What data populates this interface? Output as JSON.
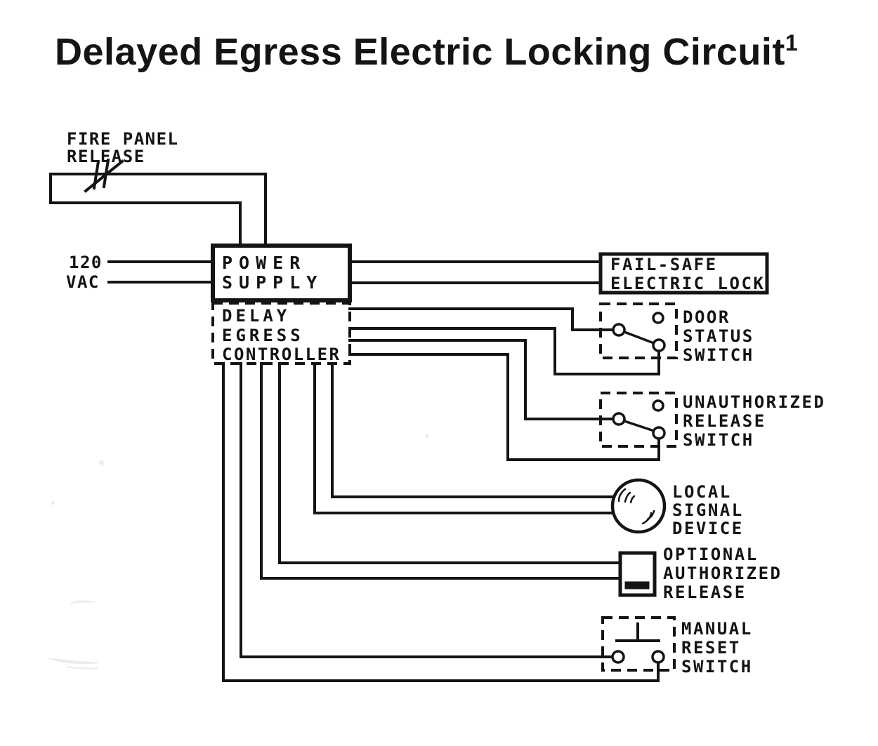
{
  "title": {
    "text": "Delayed Egress Electric Locking Circuit",
    "footnote_marker": "1"
  },
  "colors": {
    "ink": "#141414",
    "paper": "#ffffff"
  },
  "labels": {
    "fire_panel_release": [
      "FIRE PANEL",
      "RELEASE"
    ],
    "supply_voltage": [
      "120",
      "VAC"
    ],
    "power_supply": [
      "POWER",
      "SUPPLY"
    ],
    "delay_egress_controller": [
      "DELAY",
      "EGRESS",
      "CONTROLLER"
    ],
    "fail_safe_electric_lock": [
      "FAIL-SAFE",
      "ELECTRIC LOCK"
    ],
    "door_status_switch": [
      "DOOR",
      "STATUS",
      "SWITCH"
    ],
    "unauthorized_release_switch": [
      "UNAUTHORIZED",
      "RELEASE",
      "SWITCH"
    ],
    "local_signal_device": [
      "LOCAL",
      "SIGNAL",
      "DEVICE"
    ],
    "optional_authorized_release": [
      "OPTIONAL",
      "AUTHORIZED",
      "RELEASE"
    ],
    "manual_reset_switch": [
      "MANUAL",
      "RESET",
      "SWITCH"
    ]
  }
}
